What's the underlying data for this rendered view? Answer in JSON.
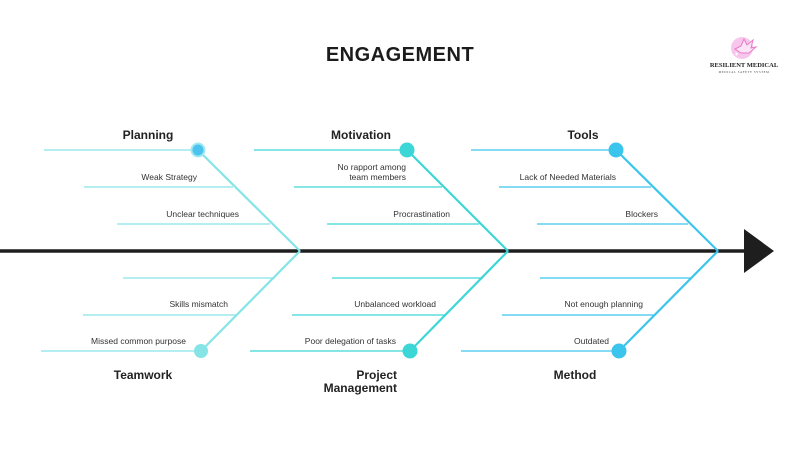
{
  "title": "ENGAGEMENT",
  "logo": {
    "icon": "dove-icon",
    "name": "RESILIENT MEDICAL",
    "tagline": "MEDICAL SAFETY SYSTEM"
  },
  "colors": {
    "spine": "#1e1e1e",
    "group1_line": "#86e4e6",
    "group1_dot_top": "#4cc3ee",
    "group1_dot_bottom": "#86e4e6",
    "group2": "#3dd6d6",
    "group3": "#3cc5ec"
  },
  "effect": "ENGAGEMENT",
  "categories": [
    {
      "name": "Planning",
      "position": "top",
      "causes": [
        "Weak Strategy",
        "Unclear techniques"
      ]
    },
    {
      "name": "Motivation",
      "position": "top",
      "causes": [
        "No rapport among\nteam members",
        "Procrastination"
      ]
    },
    {
      "name": "Tools",
      "position": "top",
      "causes": [
        "Lack of Needed Materials",
        "Blockers"
      ]
    },
    {
      "name": "Teamwork",
      "position": "bottom",
      "causes": [
        "",
        "Skills mismatch",
        "Missed common purpose"
      ]
    },
    {
      "name": "Project\nManagement",
      "position": "bottom",
      "causes": [
        "",
        "Unbalanced workload",
        "Poor delegation of tasks"
      ]
    },
    {
      "name": "Method",
      "position": "bottom",
      "causes": [
        "",
        "Not enough planning",
        "Outdated"
      ]
    }
  ]
}
